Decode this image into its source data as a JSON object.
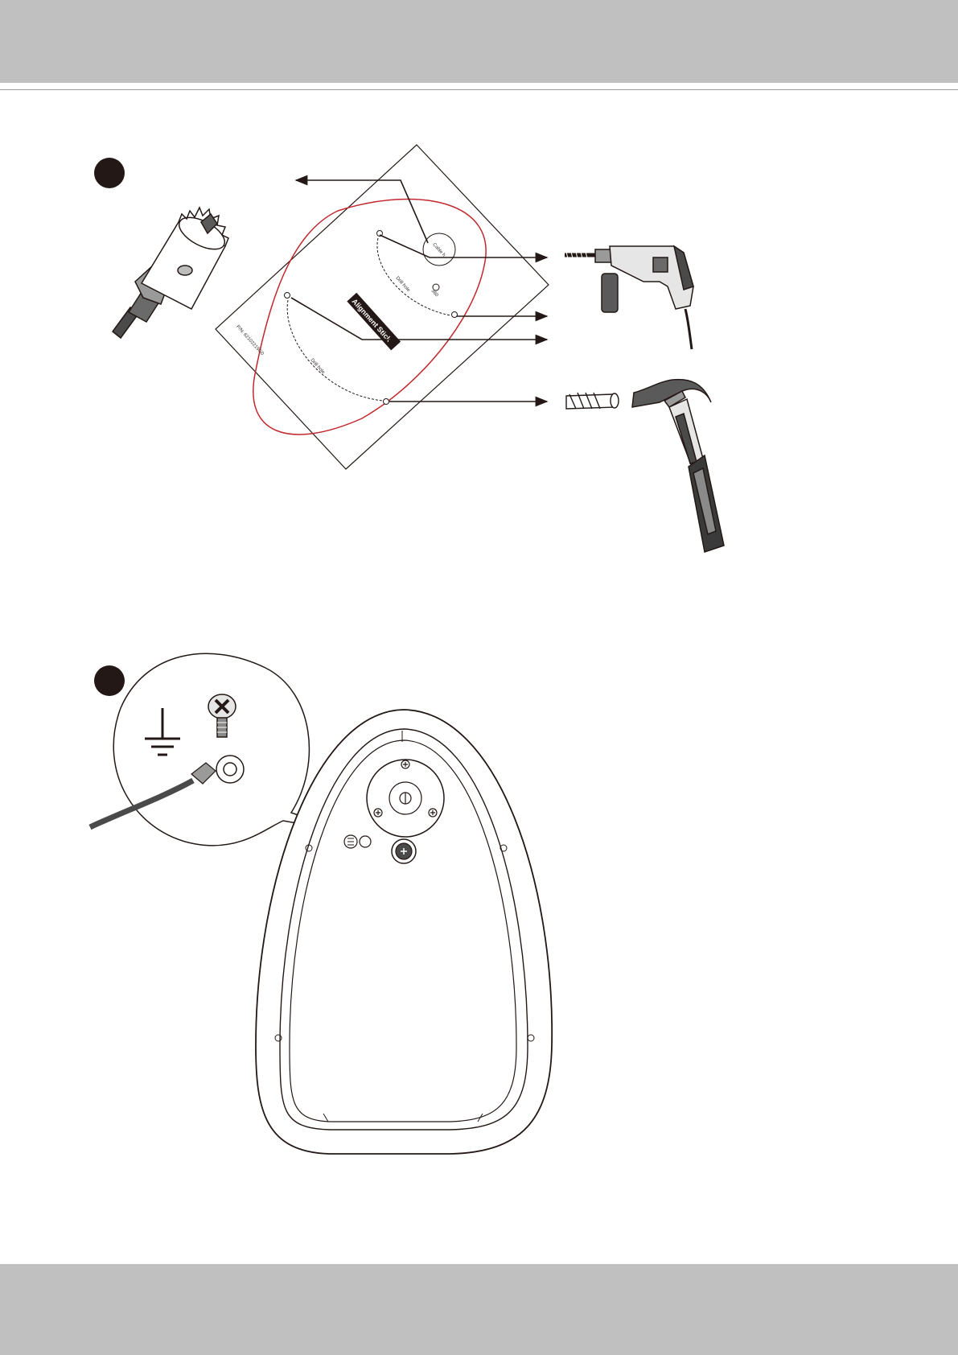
{
  "steps": [
    {
      "number": ""
    },
    {
      "number": ""
    }
  ],
  "template": {
    "cable_hole_label": "Cable h",
    "drill_hole_label_1": "Drill hole",
    "drill_hole_label_2": "Drill hole",
    "center_label": "360",
    "alignment_sticker_label": "Alignment Stick",
    "part_number_label": "P/N: 62102219G0",
    "note": "tiny labels read as printed on the rotated template; partially occluded"
  },
  "icons": [
    "hole-saw-icon",
    "hammer-drill-icon",
    "wall-anchor-icon",
    "claw-hammer-icon",
    "ground-symbol-icon",
    "phillips-screw-icon",
    "ring-terminal-cable-icon",
    "camera-base-icon"
  ],
  "colors": {
    "header_gray": "#c0c0c0",
    "badge": "#231815",
    "template_outline_red": "#c1272d",
    "line": "#231815"
  }
}
